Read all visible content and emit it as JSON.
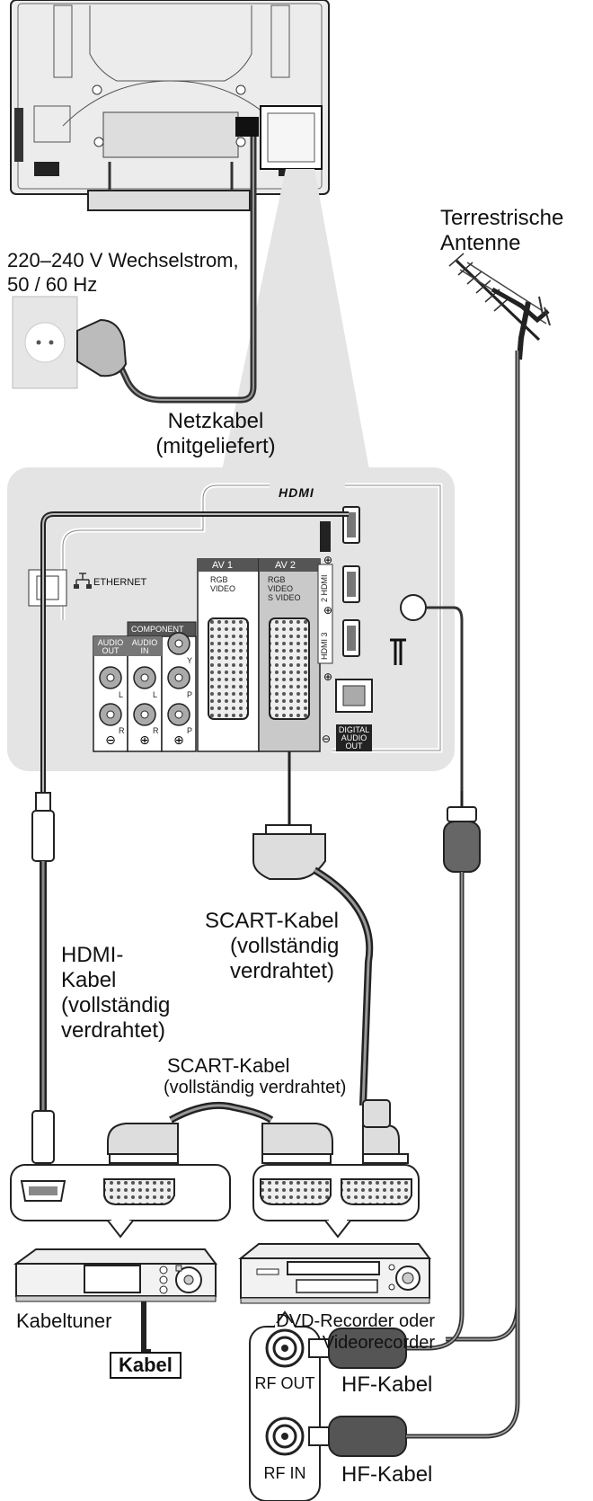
{
  "labels": {
    "antenna_line1": "Terrestrische",
    "antenna_line2": "Antenne",
    "mains_line1": "220–240 V Wechselstrom,",
    "mains_line2": "50 / 60 Hz",
    "power_cable_line1": "Netzkabel",
    "power_cable_line2": "(mitgeliefert)",
    "scart_right_line1": "SCART-Kabel",
    "scart_right_line2": "(vollständig",
    "scart_right_line3": "verdrahtet)",
    "hdmi_line1": "HDMI-",
    "hdmi_line2": "Kabel",
    "hdmi_line3": "(vollständig",
    "hdmi_line4": "verdrahtet)",
    "scart_mid_line1": "SCART-Kabel",
    "scart_mid_line2": "(vollständig verdrahtet)",
    "cable_tuner": "Kabeltuner",
    "recorder_line1": "DVD-Recorder oder",
    "recorder_line2": "Videorecorder",
    "cable_source": "Kabel",
    "rf_out": "RF OUT",
    "rf_in": "RF IN",
    "hf_cable_1": "HF-Kabel",
    "hf_cable_2": "HF-Kabel"
  },
  "panel": {
    "hdmi_logo": "HDMI",
    "ethernet": "ETHERNET",
    "av1": "AV 1",
    "av2": "AV 2",
    "av1_sub1": "RGB",
    "av1_sub2": "VIDEO",
    "av2_sub1": "RGB",
    "av2_sub2": "VIDEO",
    "av2_sub3": "S VIDEO",
    "component": "COMPONENT",
    "audio_out_1": "AUDIO",
    "audio_out_2": "OUT",
    "audio_in_1": "AUDIO",
    "audio_in_2": "IN",
    "hdmi2": "2 HDMI",
    "hdmi3": "HDMI 3",
    "digital_1": "DIGITAL",
    "digital_2": "AUDIO",
    "digital_3": "OUT",
    "ch_l": "L",
    "ch_r": "R",
    "ch_y": "Y",
    "ch_pb": "P",
    "ch_pr": "P"
  }
}
